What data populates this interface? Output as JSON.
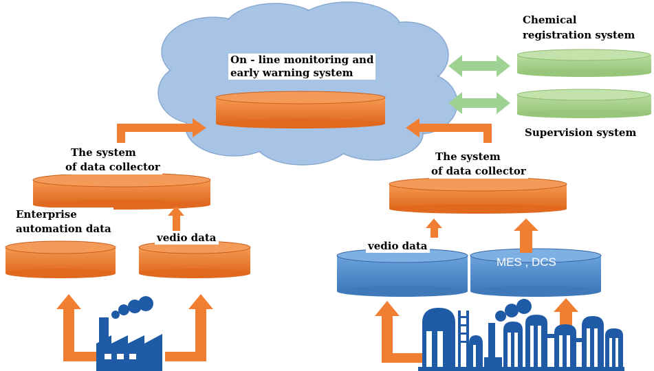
{
  "cloud_title_line1": "On - line monitoring and",
  "cloud_title_line2": "early warning system",
  "chemical_line1": "Chemical",
  "chemical_line2": "registration system",
  "supervision": "Supervision system",
  "left_collector_line1": "The system",
  "left_collector_line2": "of data collector",
  "right_collector_line1": "The system",
  "right_collector_line2": "of data collector",
  "enterprise_line1": "Enterprise",
  "enterprise_line2": "automation data",
  "left_video": "vedio  data",
  "right_video": "vedio  data",
  "mes_dcs": "MES , DCS",
  "colors": {
    "cloud": "#a7c4e6",
    "orange": "#f07f33",
    "blue": "#4c88c8",
    "green": "#a9d18e",
    "green_arrow": "#9ed293",
    "factory": "#1f5aa6"
  }
}
